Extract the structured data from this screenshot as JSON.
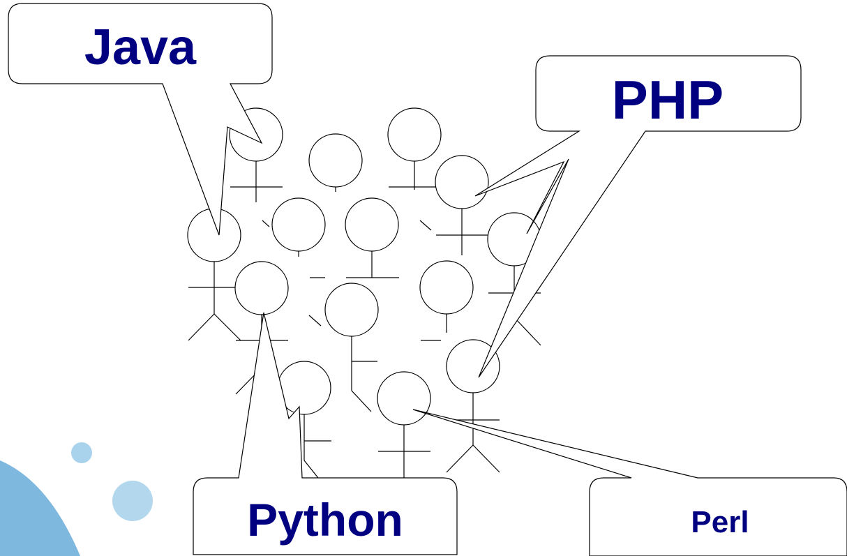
{
  "callouts": {
    "java": "Java",
    "php": "PHP",
    "python": "Python",
    "perl": "Perl"
  },
  "colors": {
    "text": "#000080",
    "stroke": "#000000",
    "decoration": "#7fb8df",
    "decoration_light": "#b3d8ee"
  }
}
